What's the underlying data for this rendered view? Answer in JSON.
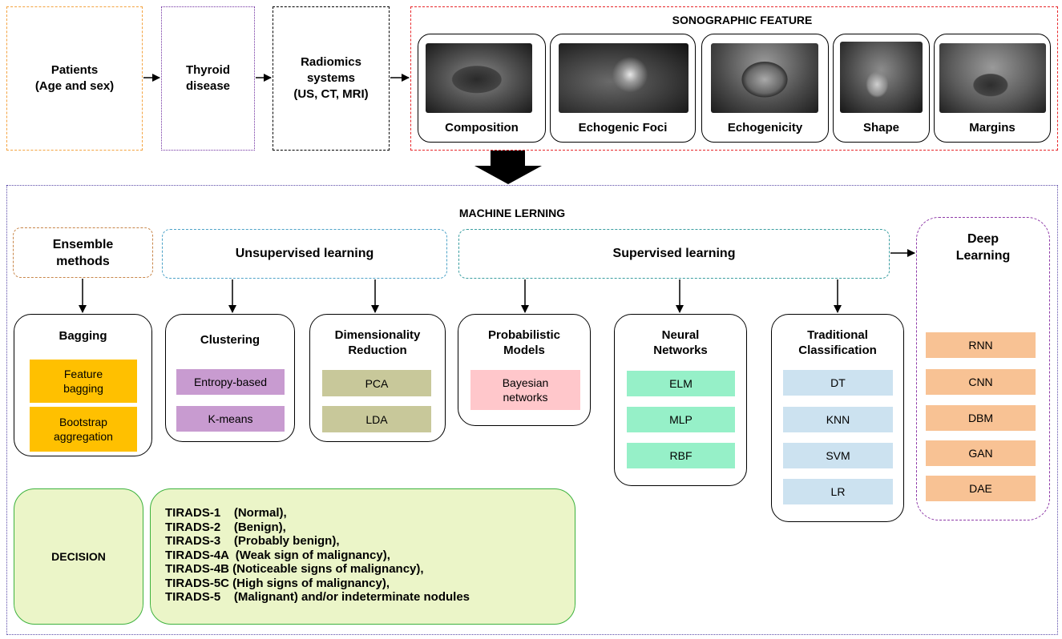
{
  "top": {
    "patients": "Patients\n(Age and sex)",
    "thyroid": "Thyroid\ndisease",
    "radiomics": "Radiomics\nsystems\n(US, CT, MRI)",
    "sonographic_title": "SONOGRAPHIC FEATURE",
    "features": [
      "Composition",
      "Echogenic Foci",
      "Echogenicity",
      "Shape",
      "Margins"
    ]
  },
  "ml": {
    "title": "MACHINE LERNING",
    "ensemble": "Ensemble\nmethods",
    "unsupervised": "Unsupervised learning",
    "supervised": "Supervised learning",
    "deep": "Deep\nLearning",
    "bagging": {
      "title": "Bagging",
      "items": [
        "Feature\nbagging",
        "Bootstrap\naggregation"
      ]
    },
    "clustering": {
      "title": "Clustering",
      "items": [
        "Entropy-based",
        "K-means"
      ]
    },
    "dimred": {
      "title": "Dimensionality\nReduction",
      "items": [
        "PCA",
        "LDA"
      ]
    },
    "probabilistic": {
      "title": "Probabilistic\nModels",
      "items": [
        "Bayesian\nnetworks"
      ]
    },
    "neural": {
      "title": "Neural\nNetworks",
      "items": [
        "ELM",
        "MLP",
        "RBF"
      ]
    },
    "traditional": {
      "title": "Traditional\nClassification",
      "items": [
        "DT",
        "KNN",
        "SVM",
        "LR"
      ]
    },
    "deep_items": [
      "RNN",
      "CNN",
      "DBM",
      "GAN",
      "DAE"
    ]
  },
  "decision": {
    "label": "DECISION",
    "lines": [
      "TIRADS-1    (Normal),",
      "TIRADS-2    (Benign),",
      "TIRADS-3    (Probably benign),",
      "TIRADS-4A  (Weak sign of malignancy),",
      "TIRADS-4B (Noticeable signs of malignancy),",
      "TIRADS-5C (High signs of malignancy),",
      "TIRADS-5    (Malignant) and/or indeterminate nodules"
    ]
  },
  "colors": {
    "orange_border": "#f4a340",
    "purple_border": "#7030a0",
    "red_border": "#e8262a",
    "blue_border": "#4ea3c8",
    "green_border": "#3db23d",
    "yellow_chip": "#ffc000",
    "purple_chip": "#c89bd0",
    "olive_chip": "#c8c89a",
    "pink_chip": "#ffc7cb",
    "mint_chip": "#96f0c8",
    "lightblue_chip": "#cce2f0",
    "peach_chip": "#f8c294",
    "decision_fill": "#ebf5c8"
  }
}
